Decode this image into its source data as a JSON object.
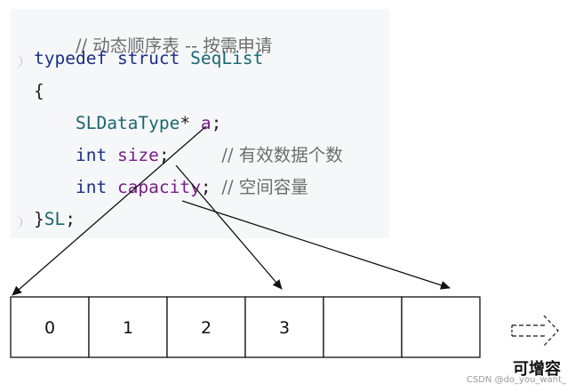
{
  "code": {
    "comment_line": "// 动态顺序表 -- 按需申请",
    "kw_typedef": "typedef",
    "kw_struct": "struct",
    "struct_name": "SeqList",
    "open_brace": "{",
    "field_a_type": "SLDataType",
    "field_a_star": "*",
    "field_a_name": "a",
    "semicolon": ";",
    "kw_int": "int",
    "field_size_name": "size",
    "field_size_comment": "// 有效数据个数",
    "field_capacity_name": "capacity",
    "field_capacity_comment": "// 空间容量",
    "close_brace": "}",
    "alias": "SL",
    "colors": {
      "comment": "#6e6e6e",
      "keyword": "#1b2f86",
      "type": "#1a6870",
      "field": "#7a1f8a",
      "panel": "#f6f7f9"
    }
  },
  "array": {
    "cells": [
      "0",
      "1",
      "2",
      "3",
      "",
      ""
    ]
  },
  "growth": {
    "label": "可增容",
    "icon": "dashed-arrow-right-icon"
  },
  "watermark": "CSDN @do_you_want_"
}
